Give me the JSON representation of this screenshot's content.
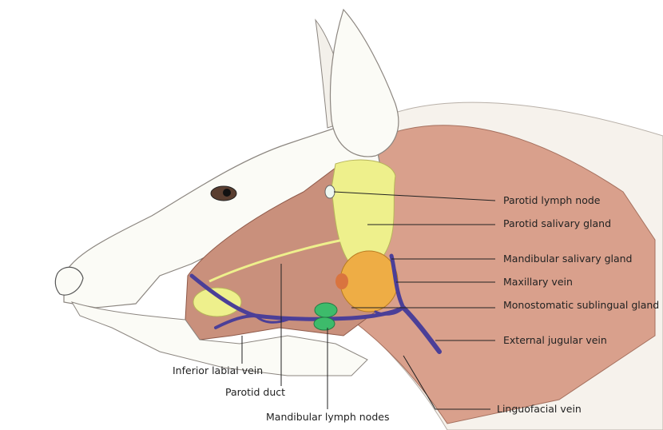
{
  "labels": {
    "parotid_lymph_node": "Parotid lymph node",
    "parotid_salivary_gland": "Parotid salivary gland",
    "mandibular_salivary_gland": "Mandibular salivary gland",
    "maxillary_vein": "Maxillary vein",
    "monostomatic_sublingual_gland": "Monostomatic sublingual gland",
    "external_jugular_vein": "External jugular vein",
    "linguofacial_vein": "Linguofacial vein",
    "inferior_labial_vein": "Inferior labial vein",
    "parotid_duct": "Parotid duct",
    "mandibular_lymph_nodes": "Mandibular lymph nodes"
  },
  "colors": {
    "muscle": "#c9907c",
    "parotid_gland": "#eef08c",
    "mandibular_gland": "#eead45",
    "vein": "#4b3f98",
    "lymph_node": "#3dbb6b",
    "skin": "#fbfbf6"
  }
}
